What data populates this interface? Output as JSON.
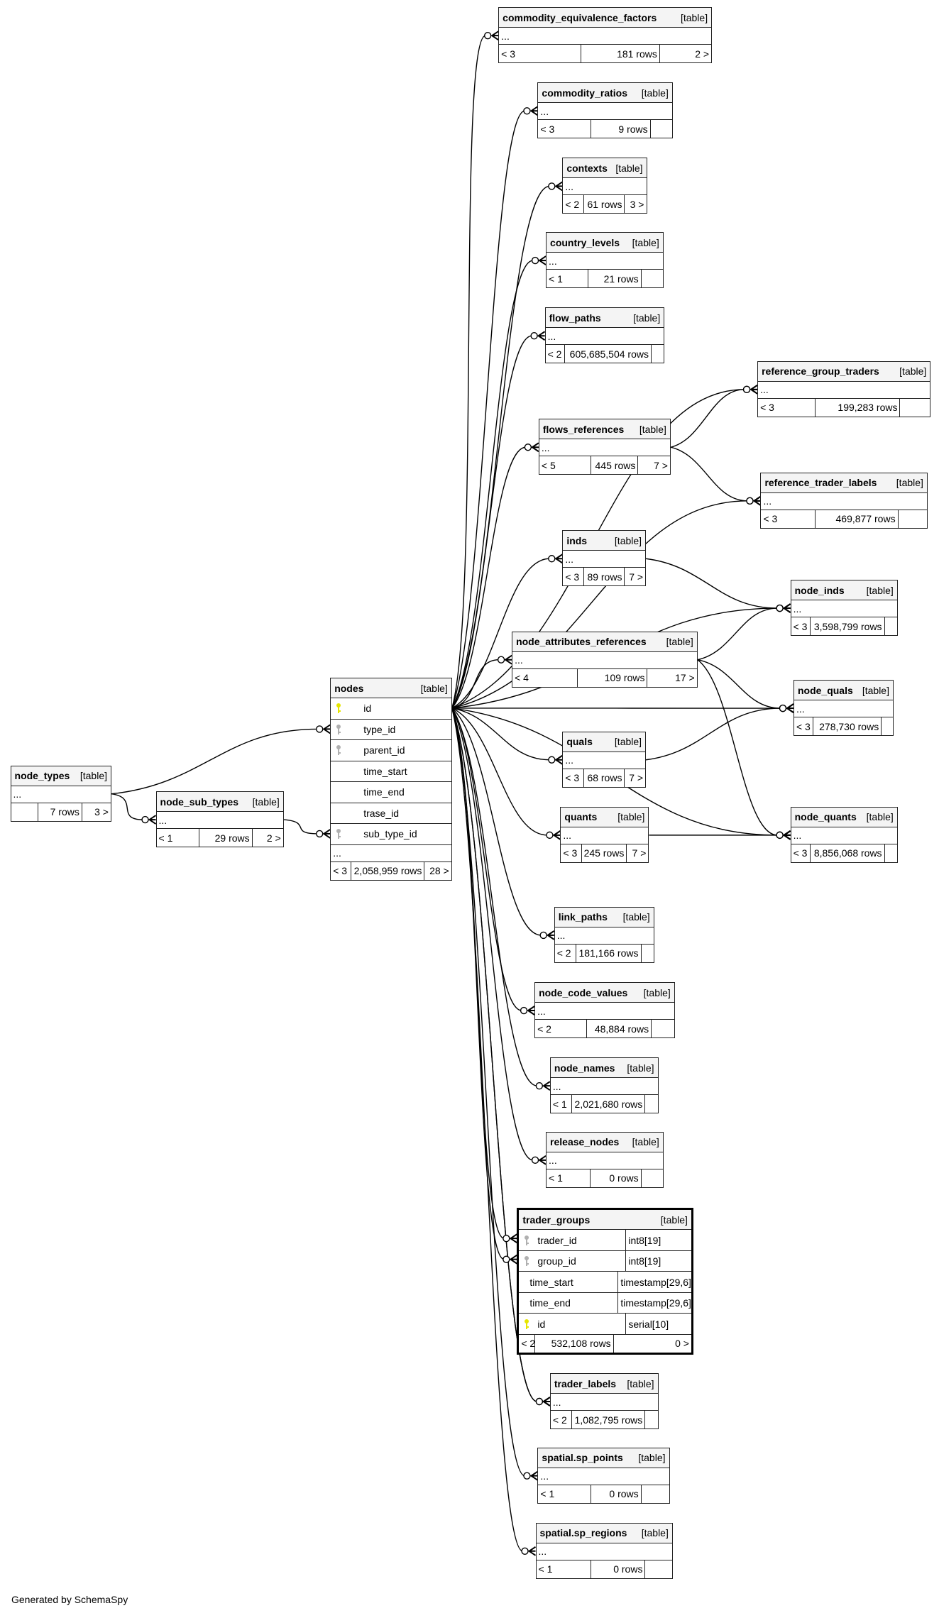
{
  "type_label": "[table]",
  "ellipsis": "...",
  "footer_text": "Generated by SchemaSpy",
  "colors": {
    "primary_key": "#e6e600",
    "foreign_key": "#b0b0b0",
    "header_bg": "#f4f4f4"
  },
  "tables": [
    {
      "name": "commodity_equivalence_factors",
      "left": "< 3",
      "rows": "181 rows",
      "right": "2 >"
    },
    {
      "name": "commodity_ratios",
      "left": "< 3",
      "rows": "9 rows",
      "right": ""
    },
    {
      "name": "contexts",
      "left": "< 2",
      "rows": "61 rows",
      "right": "3 >"
    },
    {
      "name": "country_levels",
      "left": "< 1",
      "rows": "21 rows",
      "right": ""
    },
    {
      "name": "flow_paths",
      "left": "< 2",
      "rows": "605,685,504 rows",
      "right": ""
    },
    {
      "name": "reference_group_traders",
      "left": "< 3",
      "rows": "199,283 rows",
      "right": ""
    },
    {
      "name": "flows_references",
      "left": "< 5",
      "rows": "445 rows",
      "right": "7 >"
    },
    {
      "name": "reference_trader_labels",
      "left": "< 3",
      "rows": "469,877 rows",
      "right": ""
    },
    {
      "name": "inds",
      "left": "< 3",
      "rows": "89 rows",
      "right": "7 >"
    },
    {
      "name": "node_inds",
      "left": "< 3",
      "rows": "3,598,799 rows",
      "right": ""
    },
    {
      "name": "node_attributes_references",
      "left": "< 4",
      "rows": "109 rows",
      "right": "17 >"
    },
    {
      "name": "node_quals",
      "left": "< 3",
      "rows": "278,730 rows",
      "right": ""
    },
    {
      "name": "quals",
      "left": "< 3",
      "rows": "68 rows",
      "right": "7 >"
    },
    {
      "name": "quants",
      "left": "< 3",
      "rows": "245 rows",
      "right": "7 >"
    },
    {
      "name": "node_quants",
      "left": "< 3",
      "rows": "8,856,068 rows",
      "right": ""
    },
    {
      "name": "link_paths",
      "left": "< 2",
      "rows": "181,166 rows",
      "right": ""
    },
    {
      "name": "node_code_values",
      "left": "< 2",
      "rows": "48,884 rows",
      "right": ""
    },
    {
      "name": "node_names",
      "left": "< 1",
      "rows": "2,021,680 rows",
      "right": ""
    },
    {
      "name": "release_nodes",
      "left": "< 1",
      "rows": "0 rows",
      "right": ""
    },
    {
      "name": "trader_labels",
      "left": "< 2",
      "rows": "1,082,795 rows",
      "right": ""
    },
    {
      "name": "spatial.sp_points",
      "left": "< 1",
      "rows": "0 rows",
      "right": ""
    },
    {
      "name": "spatial.sp_regions",
      "left": "< 1",
      "rows": "0 rows",
      "right": ""
    },
    {
      "name": "node_types",
      "left": "",
      "rows": "7 rows",
      "right": "3 >"
    },
    {
      "name": "node_sub_types",
      "left": "< 1",
      "rows": "29 rows",
      "right": "2 >"
    },
    {
      "name": "nodes",
      "left": "< 3",
      "rows": "2,058,959 rows",
      "right": "28 >",
      "columns": [
        {
          "name": "id",
          "key": "primary"
        },
        {
          "name": "type_id",
          "key": "foreign"
        },
        {
          "name": "parent_id",
          "key": "foreign"
        },
        {
          "name": "time_start",
          "key": ""
        },
        {
          "name": "time_end",
          "key": ""
        },
        {
          "name": "trase_id",
          "key": ""
        },
        {
          "name": "sub_type_id",
          "key": "foreign"
        }
      ]
    },
    {
      "name": "trader_groups",
      "left": "< 2",
      "rows": "532,108 rows",
      "right": "0 >",
      "columns": [
        {
          "name": "trader_id",
          "type": "int8[19]",
          "key": "foreign"
        },
        {
          "name": "group_id",
          "type": "int8[19]",
          "key": "foreign"
        },
        {
          "name": "time_start",
          "type": "timestamp[29,6]",
          "key": ""
        },
        {
          "name": "time_end",
          "type": "timestamp[29,6]",
          "key": ""
        },
        {
          "name": "id",
          "type": "serial[10]",
          "key": "primary"
        }
      ]
    }
  ]
}
